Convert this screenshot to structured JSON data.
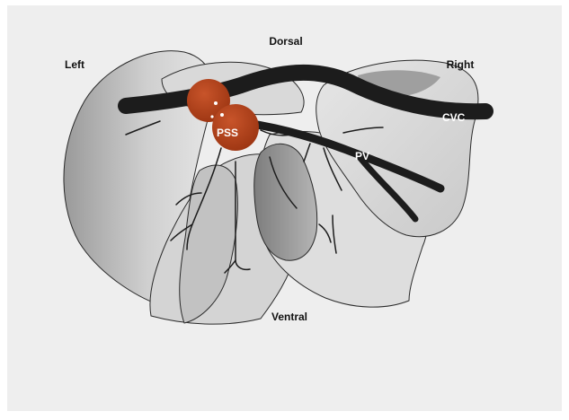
{
  "labels": {
    "dorsal": "Dorsal",
    "left": "Left",
    "right": "Right",
    "ventral": "Ventral",
    "cvc": "CVC",
    "pv": "PV",
    "pss": "PSS"
  },
  "colors": {
    "background": "#eeeeee",
    "frame": "#ffffff",
    "lobe_light": "#e2e2e2",
    "lobe_mid": "#c8c8c8",
    "lobe_dark": "#8a8a8a",
    "vessel": "#1c1c1c",
    "shunt": "#b3411b",
    "outline": "#2a2a2a"
  }
}
